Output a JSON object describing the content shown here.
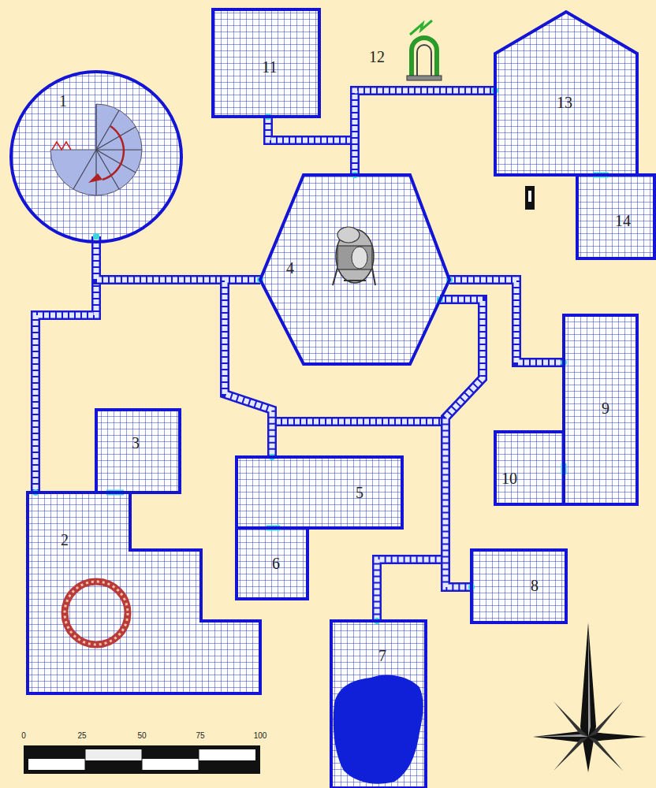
{
  "diagram": {
    "nodes": [
      {
        "text": [
          "11"
        ]
      },
      {
        "text": [
          "13"
        ]
      },
      {
        "text": [
          "1"
        ]
      },
      {
        "text": [
          "4"
        ]
      },
      {
        "text": [
          "14"
        ]
      },
      {
        "text": [
          "9"
        ]
      },
      {
        "text": [
          "3"
        ]
      },
      {
        "text": [
          "10"
        ]
      },
      {
        "text": [
          "5"
        ]
      },
      {
        "text": [
          "2"
        ]
      },
      {
        "text": [
          "6"
        ]
      },
      {
        "text": [
          "8"
        ]
      },
      {
        "text": [
          "7"
        ]
      }
    ],
    "edges": [
      {
        "from": 2,
        "to": 9,
        "arrow": "none"
      },
      {
        "from": 2,
        "to": 3,
        "arrow": "none"
      },
      {
        "from": 3,
        "to": 8,
        "arrow": "none"
      },
      {
        "from": 3,
        "to": 5,
        "arrow": "none"
      },
      {
        "from": 3,
        "to": 12,
        "arrow": "none"
      },
      {
        "from": 3,
        "to": 11,
        "arrow": "none"
      },
      {
        "from": 3,
        "to": 0,
        "arrow": "none"
      },
      {
        "from": 3,
        "to": 1,
        "arrow": "none"
      },
      {
        "from": 9,
        "to": 6,
        "arrow": "none"
      },
      {
        "from": 8,
        "to": 10,
        "arrow": "none"
      },
      {
        "from": 5,
        "to": 7,
        "arrow": "none"
      },
      {
        "from": 1,
        "to": 4,
        "arrow": "none"
      }
    ],
    "labels": [
      "12",
      "0",
      "25",
      "50",
      "75",
      "100"
    ]
  }
}
